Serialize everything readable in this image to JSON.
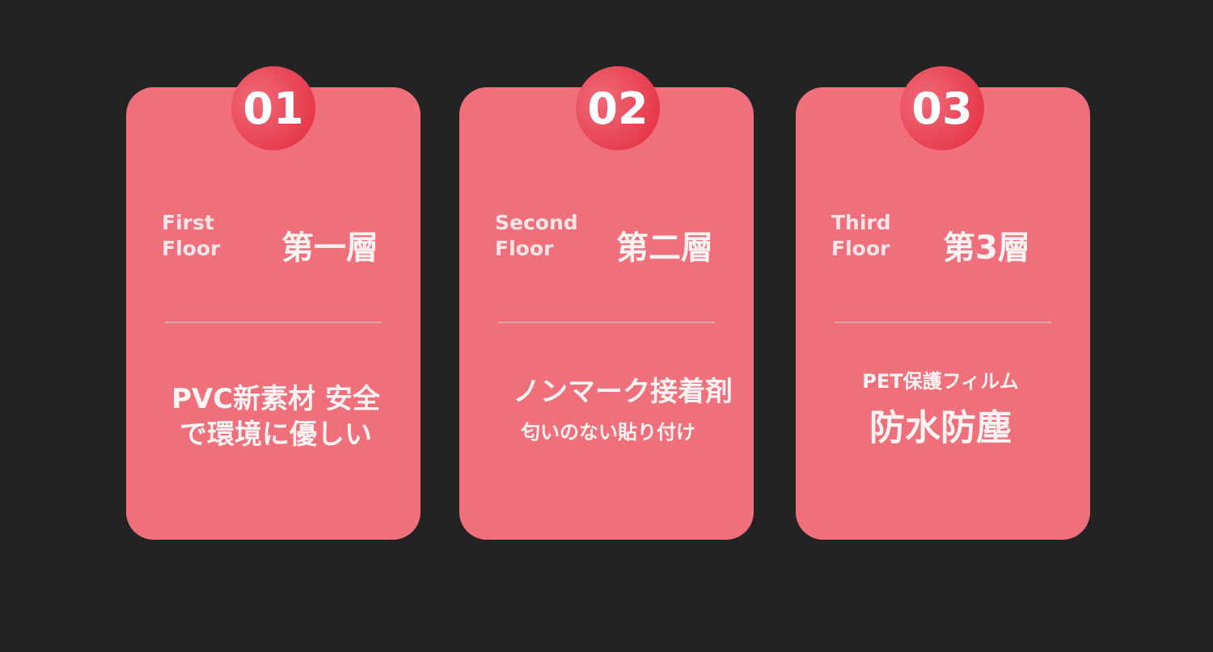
{
  "cards": [
    {
      "number": "01",
      "en_line1": "First",
      "en_line2": "Floor",
      "layer": "第一層",
      "text_line1": "PVC新素材 安全",
      "text_line2": "で環境に優しい"
    },
    {
      "number": "02",
      "en_line1": "Second",
      "en_line2": "Floor",
      "layer": "第二層",
      "text_line1": "ノンマーク接着剤",
      "text_line2": "匂いのない貼り付け"
    },
    {
      "number": "03",
      "en_line1": "Third",
      "en_line2": "Floor",
      "layer": "第3層",
      "text_line1": "PET保護フィルム",
      "text_line2": "防水防塵"
    }
  ],
  "colors": {
    "background": "#232323",
    "card": "#ef707b",
    "badge": "#e22a3c"
  }
}
